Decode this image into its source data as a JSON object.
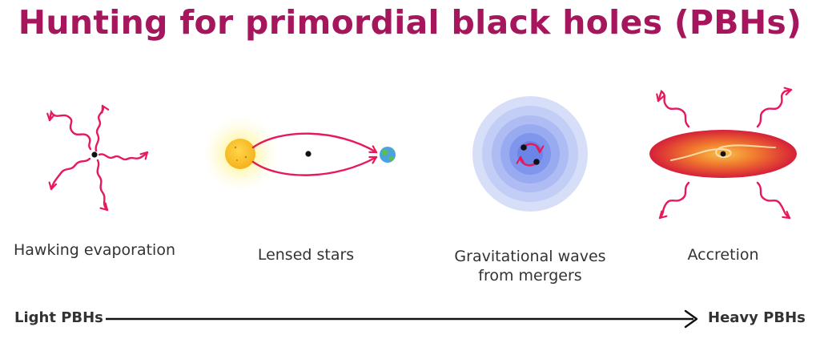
{
  "title": "Hunting for primordial black holes (PBHs)",
  "methods": [
    {
      "id": "hawking",
      "label_lines": [
        "Hawking evaporation"
      ]
    },
    {
      "id": "lensing",
      "label_lines": [
        "Lensed stars"
      ]
    },
    {
      "id": "gw",
      "label_lines": [
        "Gravitational waves",
        "from mergers"
      ]
    },
    {
      "id": "accretion",
      "label_lines": [
        "Accretion"
      ]
    }
  ],
  "axis": {
    "left_label": "Light PBHs",
    "right_label": "Heavy PBHs"
  },
  "colors": {
    "title": "#a5165c",
    "accent_pink": "#e8195a",
    "text": "#333333"
  }
}
